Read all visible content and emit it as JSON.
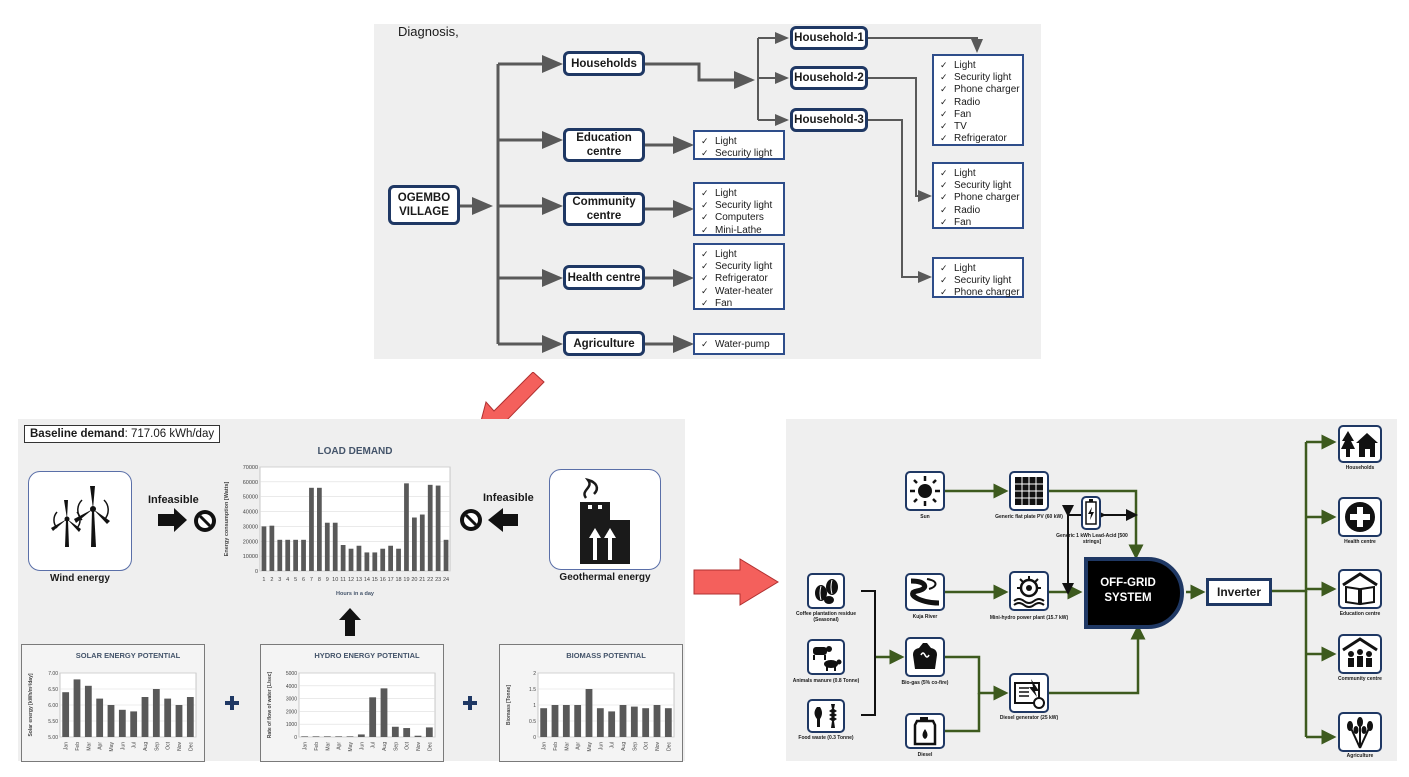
{
  "top": {
    "diagnosis": "Diagnosis,",
    "village": "OGEMBO VILLAGE",
    "categories": [
      "Households",
      "Education centre",
      "Community centre",
      "Health centre",
      "Agriculture"
    ],
    "households": [
      "Household-1",
      "Household-2",
      "Household-3"
    ],
    "lists": {
      "education": [
        "Light",
        "Security light"
      ],
      "community": [
        "Light",
        "Security light",
        "Computers",
        "Mini-Lathe"
      ],
      "health": [
        "Light",
        "Security light",
        "Refrigerator",
        "Water-heater",
        "Fan"
      ],
      "agriculture": [
        "Water-pump"
      ],
      "household1": [
        "Light",
        "Security light",
        "Phone charger",
        "Radio",
        "Fan",
        "TV",
        "Refrigerator"
      ],
      "household2": [
        "Light",
        "Security light",
        "Phone charger",
        "Radio",
        "Fan"
      ],
      "household3": [
        "Light",
        "Security light",
        "Phone charger"
      ]
    }
  },
  "bottom_left": {
    "baseline_label": "Baseline demand",
    "baseline_value": ": 717.06 kWh/day",
    "wind_label": "Wind energy",
    "geo_label": "Geothermal energy",
    "infeasible_left": "Infeasible",
    "infeasible_right": "Infeasible"
  },
  "bottom_right": {
    "sun": "Sun",
    "pv": "Generic flat plate PV (60 kW)",
    "battery": "Generic 1 kWh Lead-Acid [500 strings]",
    "coffee": "Coffee plantation residue (Seasonal)",
    "river": "Kuja River",
    "hydro": "Mini-hydro power plant (15.7 kW)",
    "manure": "Animals manure (0.8 Tonne)",
    "biogas": "Bio-gas (5% co-fire)",
    "food": "Food waste (0.3 Tonne)",
    "diesel": "Diesel",
    "generator": "Diesel generator (25 kW)",
    "system": "OFF-GRID SYSTEM",
    "inverter": "Inverter",
    "loads": [
      "Households",
      "Health centre",
      "Education centre",
      "Community centre",
      "Agriculture"
    ],
    "colors": {
      "line": "#3d5a1e",
      "box": "#1f3864"
    }
  },
  "chart_data": [
    {
      "type": "bar",
      "title": "LOAD DEMAND",
      "xlabel": "Hours in a day",
      "ylabel": "Energy consumption [Watts]",
      "ylim": [
        0,
        70000
      ],
      "yticks": [
        "70000",
        "60000",
        "50000",
        "40000",
        "30000",
        "20000",
        "10000",
        "0"
      ],
      "categories": [
        "1",
        "2",
        "3",
        "4",
        "5",
        "6",
        "7",
        "8",
        "9",
        "10",
        "11",
        "12",
        "13",
        "14",
        "15",
        "16",
        "17",
        "18",
        "19",
        "20",
        "21",
        "22",
        "23",
        "24"
      ],
      "values": [
        30000,
        30500,
        21000,
        21000,
        21000,
        21000,
        56000,
        56000,
        32500,
        32500,
        17500,
        15000,
        17000,
        12500,
        12500,
        15000,
        17000,
        15000,
        59000,
        36000,
        38000,
        58000,
        57500,
        21000
      ]
    },
    {
      "type": "bar",
      "title": "SOLAR ENERGY POTENTIAL",
      "ylabel": "Solar energy [kWh/m²/day]",
      "ylim": [
        5.0,
        7.0
      ],
      "yticks": [
        "7.00",
        "6.50",
        "6.00",
        "5.50",
        "5.00"
      ],
      "categories": [
        "Jan",
        "Feb",
        "Mar",
        "Apr",
        "May",
        "Jun",
        "Jul",
        "Aug",
        "Sep",
        "Oct",
        "Nov",
        "Dec"
      ],
      "values": [
        6.4,
        6.8,
        6.6,
        6.2,
        6.0,
        5.85,
        5.8,
        6.25,
        6.5,
        6.2,
        6.0,
        6.25
      ]
    },
    {
      "type": "bar",
      "title": "HYDRO ENERGY POTENTIAL",
      "ylabel": "Rate of flow of water [L/sec]",
      "ylim": [
        0,
        5000
      ],
      "yticks": [
        "5000",
        "4000",
        "3000",
        "2000",
        "1000",
        "0"
      ],
      "categories": [
        "Jan",
        "Feb",
        "Mar",
        "Apr",
        "May",
        "Jun",
        "Jul",
        "Aug",
        "Sep",
        "Oct",
        "Nov",
        "Dec"
      ],
      "values": [
        50,
        50,
        50,
        50,
        50,
        200,
        3100,
        3800,
        800,
        700,
        100,
        750
      ]
    },
    {
      "type": "bar",
      "title": "BIOMASS POTENTIAL",
      "ylabel": "Biomass [Tonne]",
      "ylim": [
        0,
        2
      ],
      "yticks": [
        "2",
        "1.5",
        "1",
        "0.5",
        "0"
      ],
      "categories": [
        "Jan",
        "Feb",
        "Mar",
        "Apr",
        "May",
        "Jun",
        "Jul",
        "Aug",
        "Sep",
        "Oct",
        "Nov",
        "Dec"
      ],
      "values": [
        0.9,
        1.0,
        1.0,
        1.0,
        1.5,
        0.9,
        0.8,
        1.0,
        0.95,
        0.9,
        1.0,
        0.9
      ]
    }
  ]
}
